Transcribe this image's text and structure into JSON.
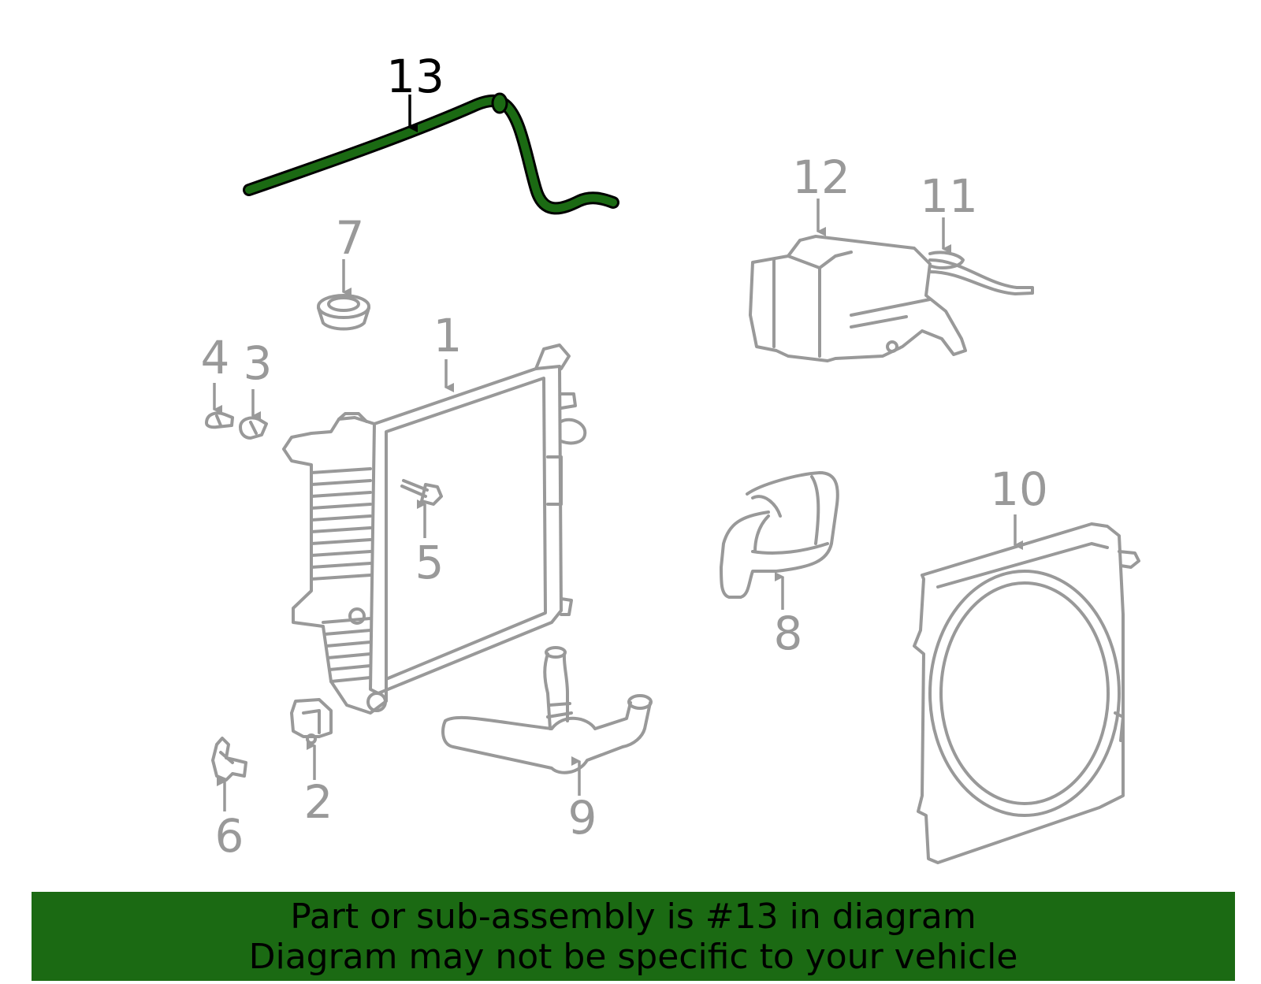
{
  "callouts": {
    "c1": "1",
    "c2": "2",
    "c3": "3",
    "c4": "4",
    "c5": "5",
    "c6": "6",
    "c7": "7",
    "c8": "8",
    "c9": "9",
    "c10": "10",
    "c11": "11",
    "c12": "12",
    "c13": "13"
  },
  "highlighted_part": "13",
  "colors": {
    "highlight": "#1b6a13",
    "banner_background": "#1b6a13",
    "part_lines": "#999999",
    "highlight_callout": "#000000"
  },
  "banner": {
    "line1": "Part or sub-assembly is #13 in diagram",
    "line2": "Diagram may not be specific to your vehicle"
  }
}
